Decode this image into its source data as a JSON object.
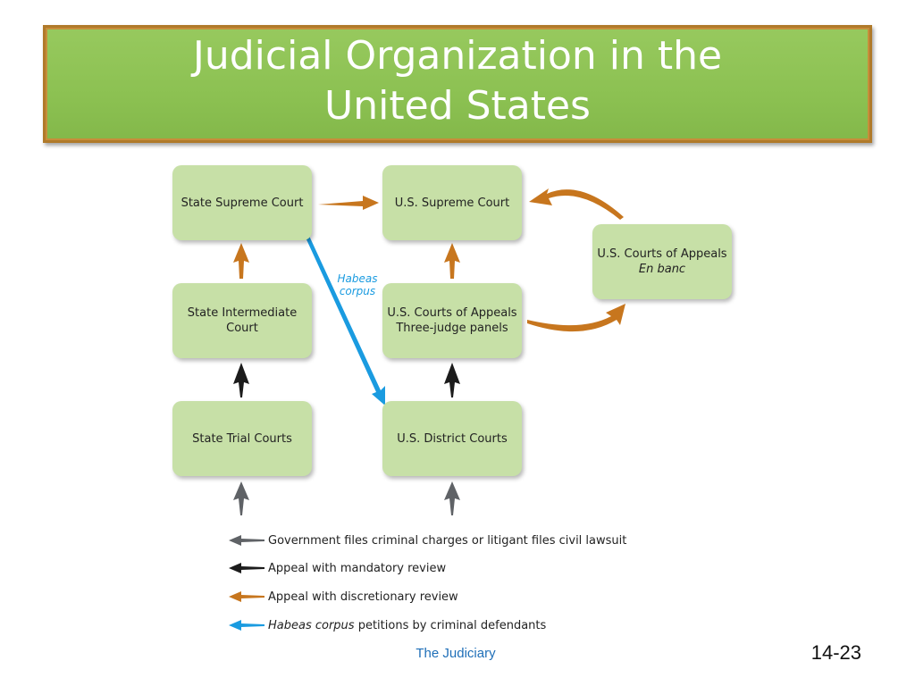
{
  "title": {
    "line1": "Judicial Organization in the",
    "line2": "United States"
  },
  "boxes": {
    "state_supreme": "State Supreme Court",
    "state_intermediate": "State Intermediate Court",
    "state_trial": "State Trial Courts",
    "us_supreme": "U.S. Supreme Court",
    "us_appeals_panels": {
      "line1": "U.S. Courts of Appeals",
      "line2": "Three-judge panels"
    },
    "us_district": "U.S. District Courts",
    "us_appeals_enbanc": {
      "line1": "U.S. Courts of Appeals",
      "line2": "En banc"
    }
  },
  "habeas_label": {
    "line1": "Habeas",
    "line2": "corpus"
  },
  "legend": [
    {
      "color": "#5f6266",
      "text": "Government files criminal charges or litigant files civil lawsuit"
    },
    {
      "color": "#1c1c1c",
      "text": "Appeal with mandatory review"
    },
    {
      "color": "#c7761e",
      "text": "Appeal with discretionary review"
    },
    {
      "color": "#1a9be0",
      "italic": "Habeas corpus",
      "text": " petitions by criminal defendants"
    }
  ],
  "footer": {
    "center": "The Judiciary",
    "page": "14-23"
  },
  "colors": {
    "banner": "#8cc152",
    "box": "#c7e0a7",
    "discretionary": "#c7761e",
    "habeas": "#1a9be0",
    "mandatory": "#1c1c1c",
    "filing": "#5f6266"
  }
}
